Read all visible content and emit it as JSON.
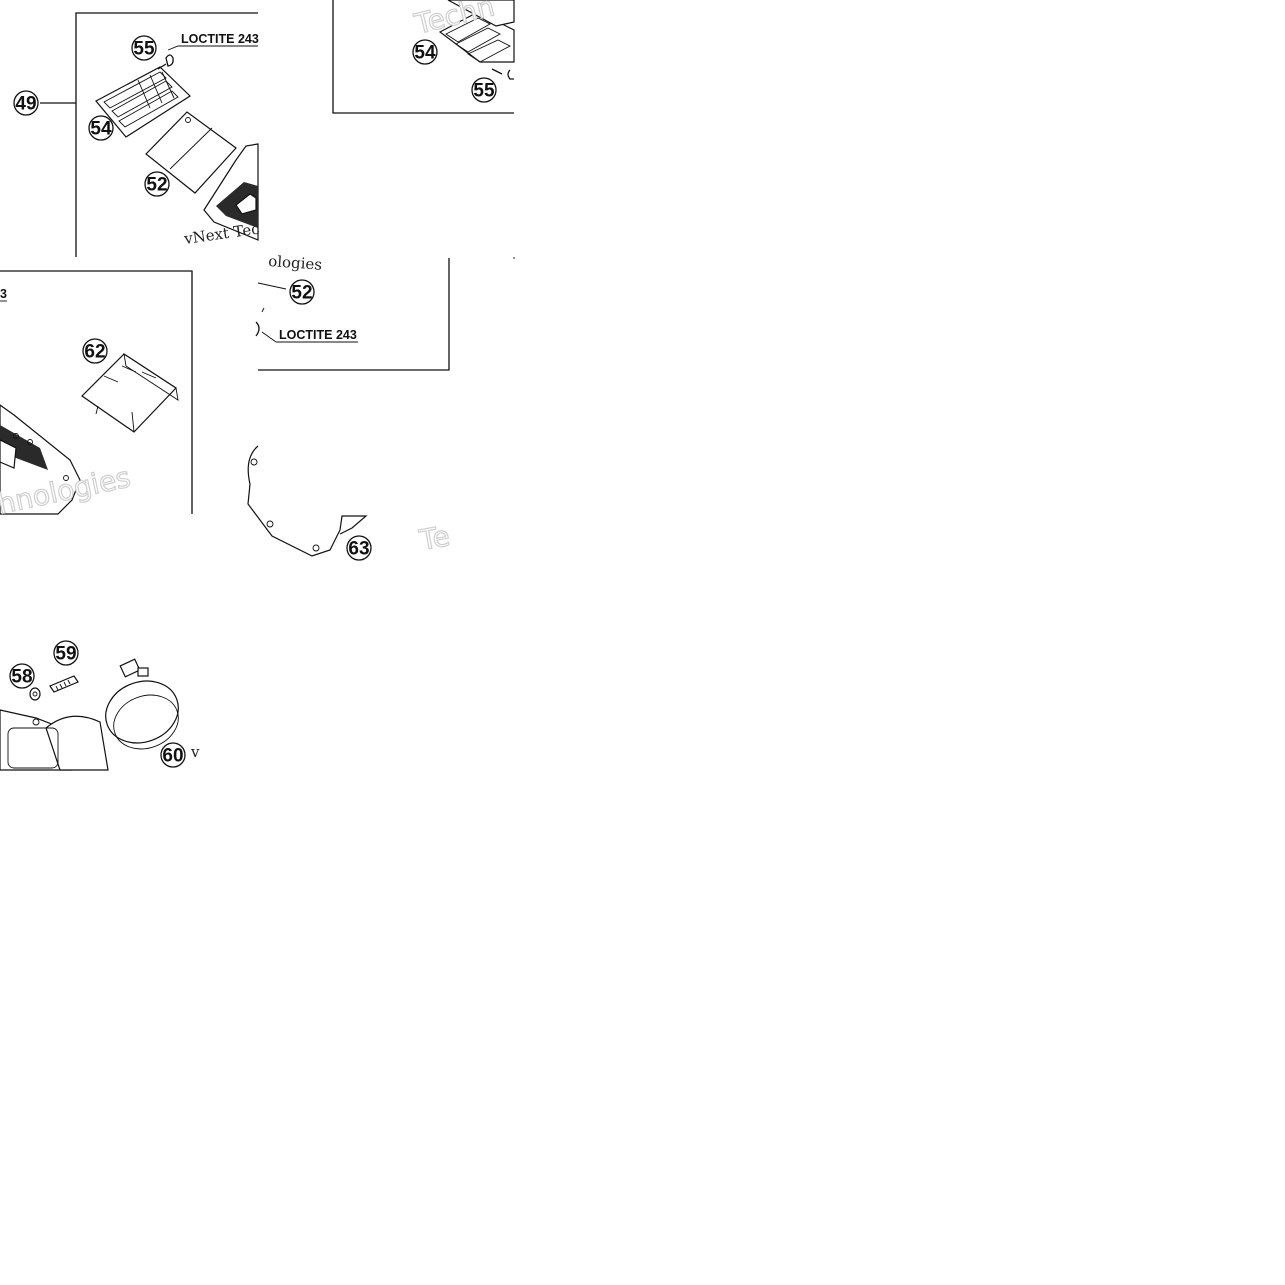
{
  "diagram": {
    "callouts": [
      {
        "id": "c49",
        "label": "49"
      },
      {
        "id": "c55a",
        "label": "55"
      },
      {
        "id": "c54a",
        "label": "54"
      },
      {
        "id": "c52a",
        "label": "52"
      },
      {
        "id": "c54b",
        "label": "54"
      },
      {
        "id": "c55b",
        "label": "55"
      },
      {
        "id": "c52b",
        "label": "52"
      },
      {
        "id": "c62",
        "label": "62"
      },
      {
        "id": "c63",
        "label": "63"
      },
      {
        "id": "c58",
        "label": "58"
      },
      {
        "id": "c59",
        "label": "59"
      },
      {
        "id": "c60",
        "label": "60"
      }
    ],
    "notes": [
      {
        "id": "n1",
        "text": "LOCTITE 243"
      },
      {
        "id": "n2",
        "text": "LOCTITE 243"
      },
      {
        "id": "n3",
        "text": "3"
      }
    ],
    "watermarks": [
      {
        "id": "w1",
        "text": "vNext Tec"
      },
      {
        "id": "w2",
        "text": "ologies"
      },
      {
        "id": "w3",
        "text": "Techn"
      },
      {
        "id": "w4",
        "text": "Te"
      },
      {
        "id": "w5",
        "text": "hnologies"
      },
      {
        "id": "w6",
        "text": "v"
      }
    ]
  }
}
